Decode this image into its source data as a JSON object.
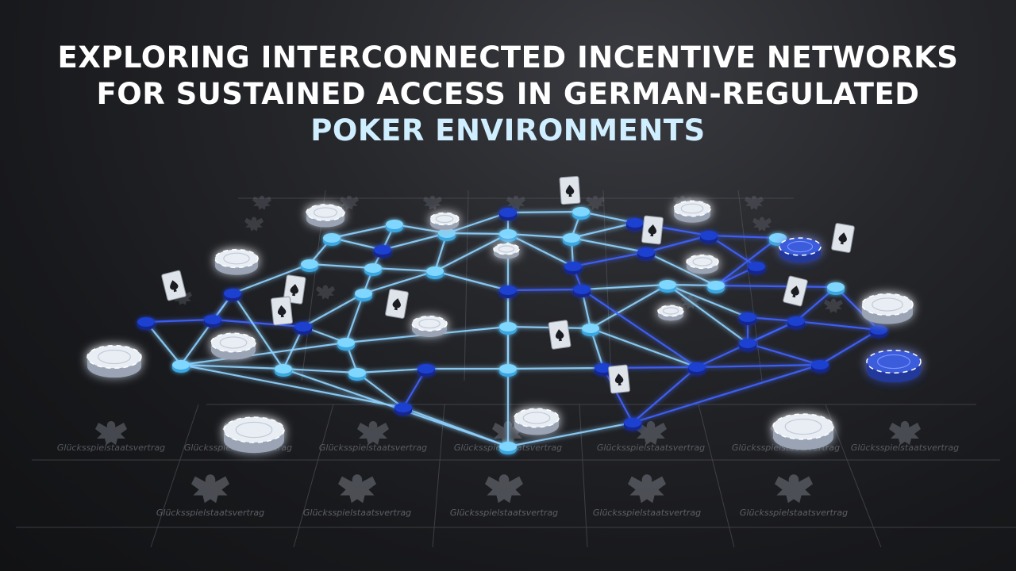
{
  "title": {
    "line1": "EXPLORING INTERCONNECTED INCENTIVE NETWORKS",
    "line2": "FOR SUSTAINED ACCESS IN GERMAN-REGULATED",
    "line3": "POKER ENVIRONMENTS"
  },
  "watermark_text": "Glücksspielstaatsvertrag",
  "colors": {
    "link": "#8fd3ff",
    "node_light": "#7fd6ff",
    "node_dark": "#1f3fd0",
    "chip_white": "#e9eef5",
    "chip_blue": "#3b5bdb",
    "card": "#dfe3ea"
  }
}
